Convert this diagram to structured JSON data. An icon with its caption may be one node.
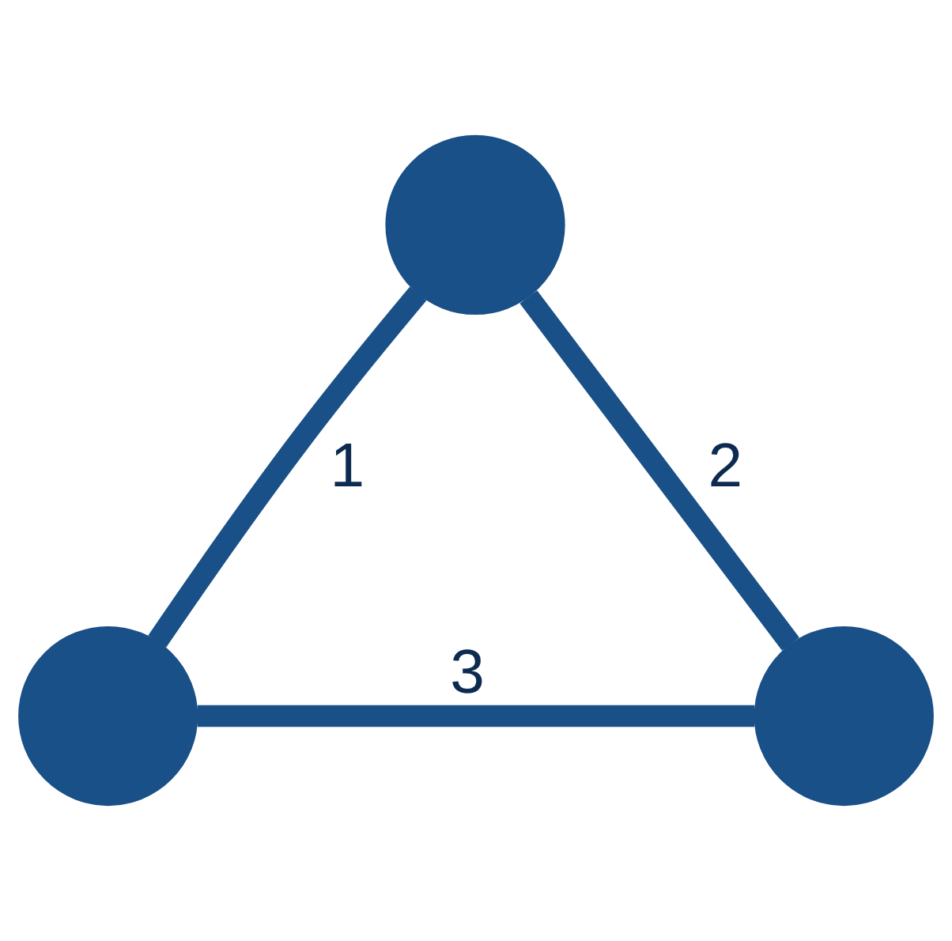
{
  "diagram": {
    "nodes": [
      {
        "text": [],
        "shape": "circle"
      },
      {
        "text": [],
        "shape": "circle"
      },
      {
        "text": [],
        "shape": "circle"
      }
    ],
    "edges": [
      {
        "from": 0,
        "to": 1,
        "arrow": "none",
        "label": "1"
      },
      {
        "from": 0,
        "to": 2,
        "arrow": "none",
        "label": "2"
      },
      {
        "from": 1,
        "to": 2,
        "arrow": "none",
        "label": "3"
      }
    ]
  }
}
